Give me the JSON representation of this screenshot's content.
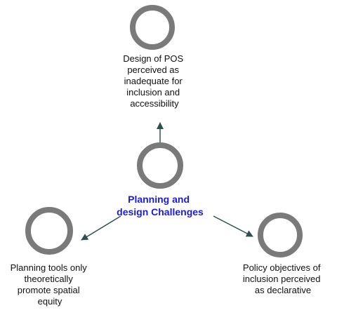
{
  "diagram": {
    "center": {
      "label_lines": [
        "Planning and",
        "design Challenges"
      ]
    },
    "nodes": {
      "top": {
        "label_lines": [
          "Design of POS",
          "perceived as",
          "inadequate for",
          "inclusion and",
          "accessibility"
        ]
      },
      "left": {
        "label_lines": [
          "Planning tools only",
          "theoretically",
          "promote spatial",
          "equity"
        ]
      },
      "right": {
        "label_lines": [
          "Policy objectives of",
          "inclusion perceived",
          "as declarative"
        ]
      }
    },
    "colors": {
      "ring": "#7a7a7a",
      "ring_highlight": "#9a9a9a",
      "text": "#111111",
      "center_text": "#1a1ae6",
      "connector": "#2f4f4f"
    }
  }
}
